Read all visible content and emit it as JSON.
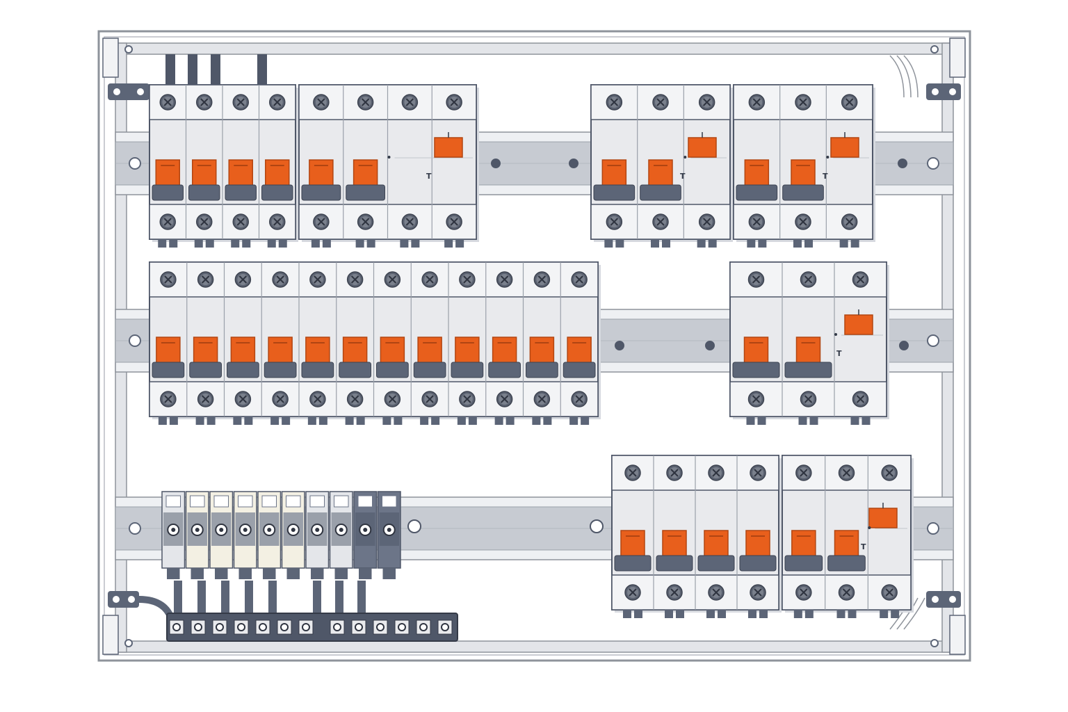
{
  "colors": {
    "frame": "#8e939b",
    "rail": "#c7cbd2",
    "module_body": "#e9eaed",
    "module_outline": "#4f5768",
    "toggle": "#e85f1c",
    "handle": "#5c6577",
    "screw": "#545b69"
  },
  "rows": [
    {
      "name": "row-top",
      "groups": [
        {
          "type": "mcb",
          "poles": 4
        },
        {
          "type": "rcd",
          "poles": 4,
          "toggles": 2,
          "test_label": "T"
        },
        {
          "type": "rcd",
          "poles": 3,
          "toggles": 2,
          "test_label": "T"
        },
        {
          "type": "rcd",
          "poles": 3,
          "toggles": 2,
          "test_label": "T"
        }
      ]
    },
    {
      "name": "row-middle",
      "groups": [
        {
          "type": "mcb",
          "poles": 12
        },
        {
          "type": "rcd",
          "poles": 3,
          "toggles": 2,
          "test_label": "T"
        }
      ]
    },
    {
      "name": "row-bottom",
      "groups": [
        {
          "type": "terminal-block",
          "count": 10
        },
        {
          "type": "mcb",
          "poles": 4
        },
        {
          "type": "rcd",
          "poles": 3,
          "toggles": 2,
          "test_label": "T"
        }
      ]
    }
  ],
  "busbar": {
    "holes": 13
  },
  "icons": [
    "screw-icon",
    "mounting-hole-icon",
    "corner-clamp-icon"
  ]
}
